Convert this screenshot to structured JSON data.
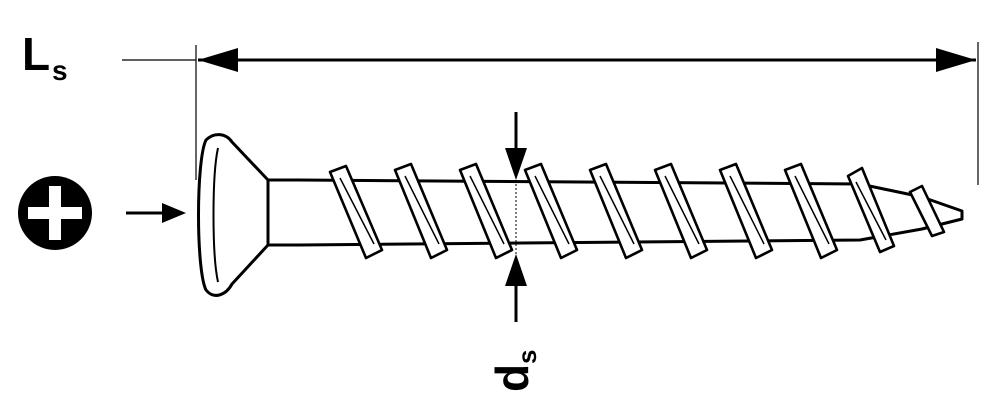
{
  "labels": {
    "length_main": "L",
    "length_sub": "s",
    "diameter_main": "d",
    "diameter_sub": "s"
  },
  "icons": {
    "drive": "phillips-cross-icon"
  },
  "colors": {
    "line": "#000000",
    "background": "#ffffff"
  }
}
